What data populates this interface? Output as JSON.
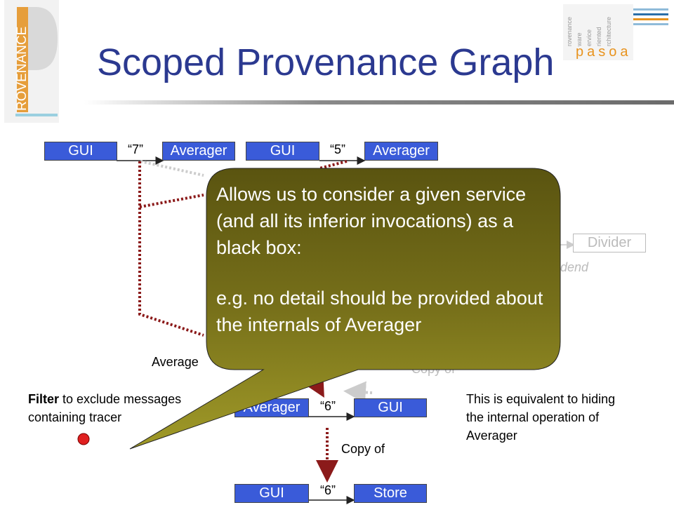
{
  "slide": {
    "title": "Scoped Provenance Graph",
    "logo_left_text": "ROVENANCE",
    "logo_right_word": "pasoa",
    "logo_right_tagline": [
      "rovenance",
      "ware",
      "ervice",
      "riented",
      "rchitecture"
    ]
  },
  "diagram": {
    "nodes": {
      "gui_1": "GUI",
      "averager_1": "Averager",
      "gui_2": "GUI",
      "averager_2": "Averager",
      "divider": "Divider",
      "averager_3": "Averager",
      "gui_3": "GUI",
      "gui_4": "GUI",
      "store": "Store"
    },
    "edge_labels": {
      "msg_7": "“7”",
      "msg_5": "“5”",
      "msg_6a": "“6”",
      "msg_6b": "“6”",
      "copy_of_bottom": "Copy of",
      "copy_of_faded": "Copy of",
      "average_partial": "Average",
      "dividend_partial": "dend"
    },
    "callout": {
      "line1": "Allows us to consider a given service (and all its inferior invocations) as a black box:",
      "line2": "e.g. no detail should be provided about the internals of Averager"
    },
    "notes": {
      "filter_bold": "Filter",
      "filter_text": " to exclude messages containing tracer",
      "equivalent": "This is equivalent to hiding the internal operation of Averager"
    }
  },
  "colors": {
    "title": "#2b3990",
    "node_fill": "#3a5bd9",
    "callout_fill": "#6b6415",
    "dotted_red": "#8b1a1a",
    "tracer_dot": "#e02020",
    "logo_orange": "#e8931e"
  }
}
